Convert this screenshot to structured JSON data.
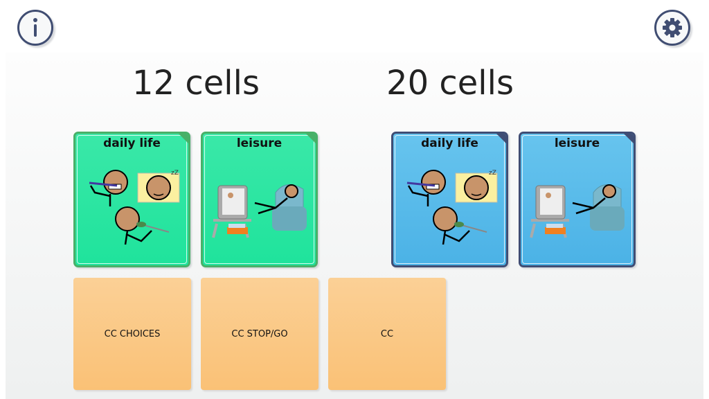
{
  "header": {
    "info_icon": "info-icon",
    "settings_icon": "gear-icon"
  },
  "colors": {
    "green": "#2ee6a2",
    "blue": "#55b8ea",
    "orange": "#fbc880",
    "navy": "#404d72"
  },
  "columns": [
    {
      "title": "12 cells",
      "cards": [
        {
          "label": "daily life"
        },
        {
          "label": "leisure"
        }
      ]
    },
    {
      "title": "20 cells",
      "cards": [
        {
          "label": "daily life"
        },
        {
          "label": "leisure"
        }
      ]
    }
  ],
  "other_pagesets": [
    {
      "label": "CC CHOICES"
    },
    {
      "label": "CC STOP/GO"
    },
    {
      "label": "CC"
    }
  ]
}
